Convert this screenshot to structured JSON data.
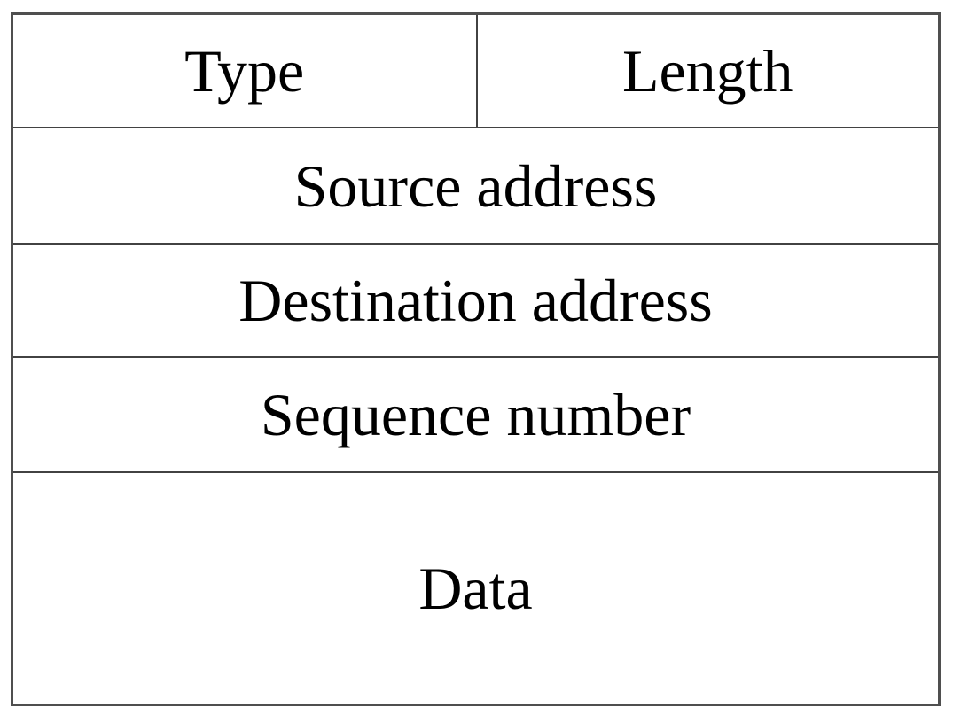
{
  "diagram": {
    "kind": "packet-format",
    "rows": [
      {
        "cells": [
          {
            "label": "Type"
          },
          {
            "label": "Length"
          }
        ]
      },
      {
        "cells": [
          {
            "label": "Source address"
          }
        ]
      },
      {
        "cells": [
          {
            "label": "Destination address"
          }
        ]
      },
      {
        "cells": [
          {
            "label": "Sequence number"
          }
        ]
      },
      {
        "cells": [
          {
            "label": "Data"
          }
        ]
      }
    ]
  },
  "colors": {
    "background": "#ffffff",
    "border_outer": "#4f4f4f",
    "border_inner": "#424242",
    "text": "#000000"
  }
}
